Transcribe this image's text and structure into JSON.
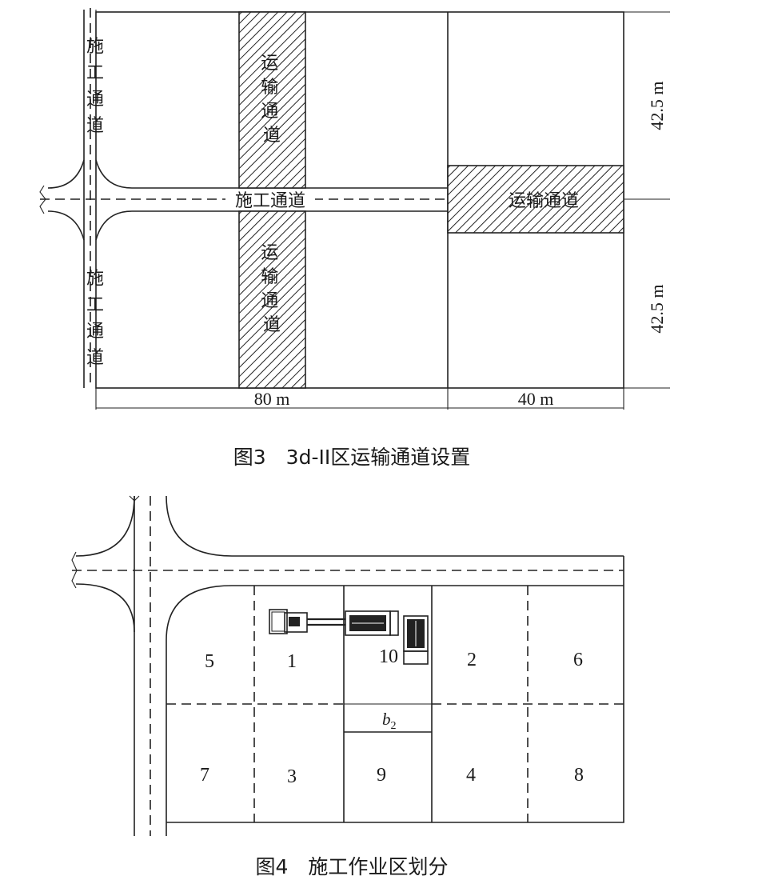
{
  "figure3": {
    "caption": "图3　3d-II区运输通道设置",
    "construction_road_left_top": "施工通道",
    "construction_road_left_bottom": "施工通道",
    "construction_road_middle": "施工通道",
    "transport_channel_top": "运输通道",
    "transport_channel_bottom": "运输通道",
    "transport_channel_right": "运输通道",
    "dim_top": "42.5 m",
    "dim_bottom": "42.5 m",
    "dim_left_width": "80 m",
    "dim_right_width": "40 m"
  },
  "figure4": {
    "caption": "图4　施工作业区划分",
    "zones": [
      "5",
      "1",
      "10",
      "2",
      "6",
      "7",
      "3",
      "9",
      "4",
      "8"
    ],
    "sub_label_base": "b",
    "sub_label_sub": "2",
    "equipment": [
      "excavator-icon",
      "dump-truck-icon",
      "dump-truck-icon"
    ]
  }
}
